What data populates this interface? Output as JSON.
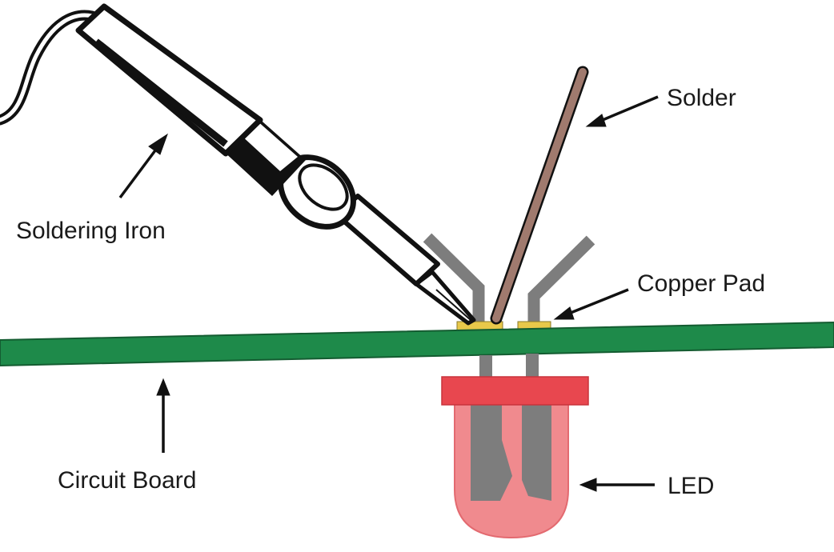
{
  "labels": {
    "soldering_iron": "Soldering Iron",
    "solder": "Solder",
    "copper_pad": "Copper Pad",
    "circuit_board": "Circuit Board",
    "led": "LED"
  },
  "colors": {
    "board": "#1e8a4a",
    "copper_pad": "#e8c84a",
    "solder": "#a07a6e",
    "led_body": "#f08a8e",
    "led_rim": "#e8474f",
    "leads": "#7d7d7d",
    "outline": "#111111"
  }
}
